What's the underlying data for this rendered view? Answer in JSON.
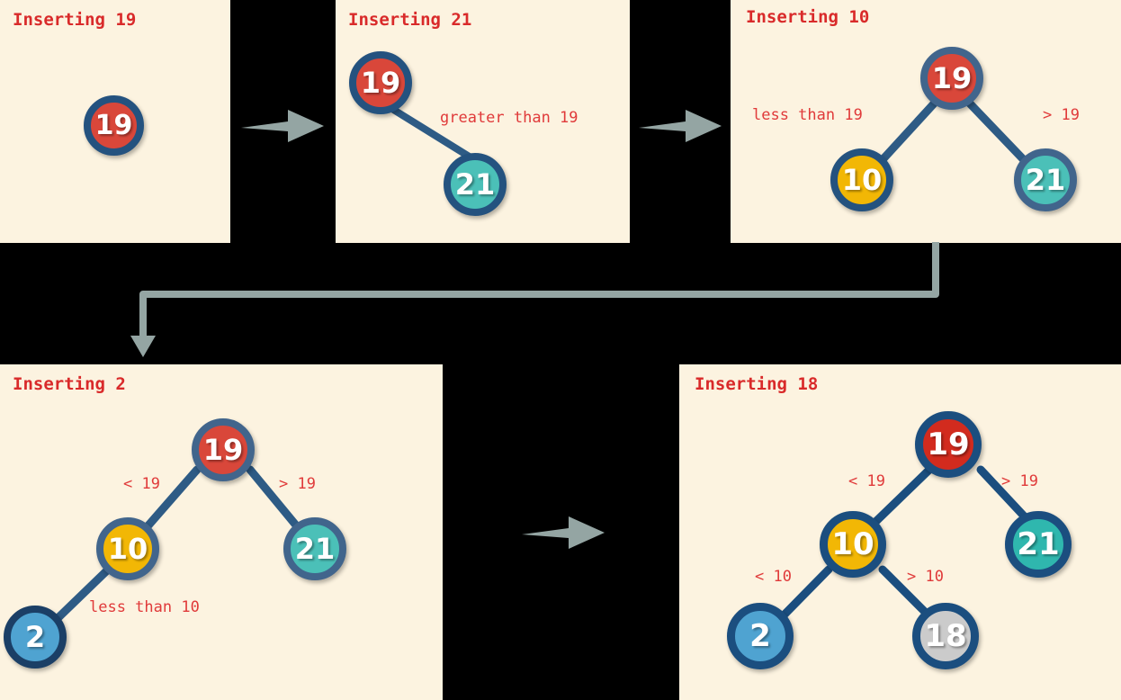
{
  "diagram": {
    "title_prefix": "Inserting",
    "colors": {
      "background": "#000000",
      "panel_bg": "#FCF3E0",
      "title_red": "#D92A2A",
      "label_red": "#E03A3A",
      "node_ring": "#24527F",
      "node_ring_dark": "#1B3F66",
      "node_red": "#D9473A",
      "node_teal": "#4BC0B8",
      "node_yellow": "#F2B705",
      "node_blue": "#4FA3D1",
      "node_gray": "#CBCBCB",
      "edge_line": "#2E5B85",
      "arrow_gray": "#94A5A3"
    },
    "panels": [
      {
        "id": "panel-insert-19",
        "title": "Inserting 19",
        "nodes": [
          {
            "value": "19",
            "color": "node_red"
          }
        ],
        "edge_labels": []
      },
      {
        "id": "panel-insert-21",
        "title": "Inserting 21",
        "nodes": [
          {
            "value": "19",
            "color": "node_red"
          },
          {
            "value": "21",
            "color": "node_teal"
          }
        ],
        "edge_labels": [
          "greater than 19"
        ]
      },
      {
        "id": "panel-insert-10",
        "title": "Inserting 10",
        "nodes": [
          {
            "value": "19",
            "color": "node_red"
          },
          {
            "value": "10",
            "color": "node_yellow"
          },
          {
            "value": "21",
            "color": "node_teal"
          }
        ],
        "edge_labels": [
          "less than 19",
          "> 19"
        ]
      },
      {
        "id": "panel-insert-2",
        "title": "Inserting 2",
        "nodes": [
          {
            "value": "19",
            "color": "node_red"
          },
          {
            "value": "10",
            "color": "node_yellow"
          },
          {
            "value": "21",
            "color": "node_teal"
          },
          {
            "value": "2",
            "color": "node_blue"
          }
        ],
        "edge_labels": [
          "< 19",
          "> 19",
          "less than 10"
        ]
      },
      {
        "id": "panel-insert-18",
        "title": "Inserting 18",
        "nodes": [
          {
            "value": "19",
            "color": "node_red"
          },
          {
            "value": "10",
            "color": "node_yellow"
          },
          {
            "value": "21",
            "color": "node_teal"
          },
          {
            "value": "2",
            "color": "node_blue"
          },
          {
            "value": "18",
            "color": "node_gray"
          }
        ],
        "edge_labels": [
          "< 19",
          "> 19",
          "< 10",
          "> 10"
        ]
      }
    ],
    "panel1": {
      "title": "Inserting 19",
      "n19": "19"
    },
    "panel2": {
      "title": "Inserting 21",
      "n19": "19",
      "n21": "21",
      "label_right": "greater than 19"
    },
    "panel3": {
      "title": "Inserting 10",
      "n19": "19",
      "n10": "10",
      "n21": "21",
      "label_left": "less than 19",
      "label_right": "> 19"
    },
    "panel4": {
      "title": "Inserting 2",
      "n19": "19",
      "n10": "10",
      "n21": "21",
      "n2": "2",
      "label_left": "< 19",
      "label_right": "> 19",
      "label_lower": "less than 10"
    },
    "panel5": {
      "title": "Inserting 18",
      "n19": "19",
      "n10": "10",
      "n21": "21",
      "n2": "2",
      "n18": "18",
      "label_left": "< 19",
      "label_right": "> 19",
      "label_lower_left": "< 10",
      "label_lower_right": "> 10"
    }
  }
}
